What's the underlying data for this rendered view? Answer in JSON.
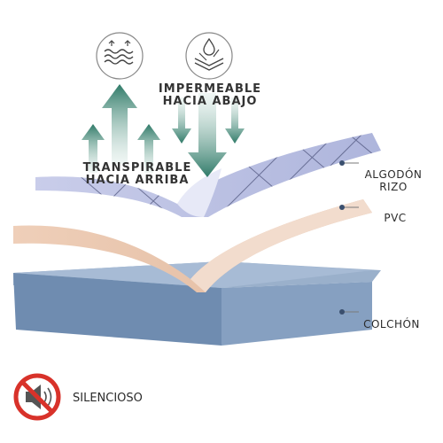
{
  "diagram": {
    "callouts": {
      "breathable_line1": "TRANSPIRABLE",
      "breathable_line2": "HACIA ARRIBA",
      "waterproof_line1": "IMPERMEABLE",
      "waterproof_line2": "HACIA ABAJO"
    },
    "layers": {
      "top_line1": "ALGODÓN",
      "top_line2": "RIZO",
      "middle": "PVC",
      "bottom": "COLCHÓN"
    },
    "footer": {
      "silent": "SILENCIOSO"
    }
  },
  "colors": {
    "arrow_green": "#2f7a68",
    "top_layer": "#b9bfe0",
    "middle_layer": "#e6c1a8",
    "mattress": "#7b97b9",
    "prohibition_red": "#d8322a"
  },
  "icons": {
    "breathable": "air-waves-up-icon",
    "waterproof": "water-drop-layers-icon",
    "silent": "muted-speaker-icon"
  }
}
